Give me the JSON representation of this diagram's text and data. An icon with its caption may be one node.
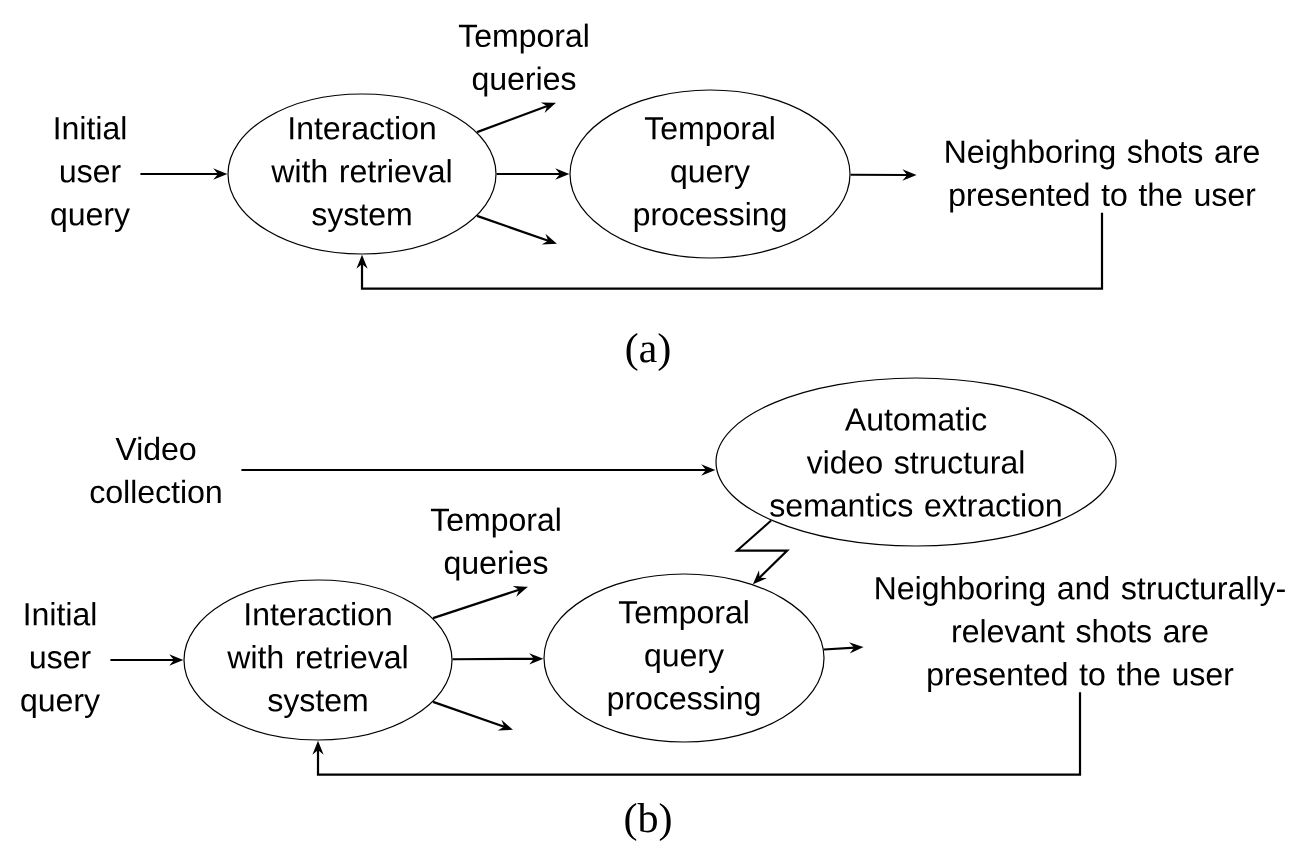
{
  "diagram": {
    "nodes": [
      {
        "text": [
          "Initial user query"
        ]
      },
      {
        "text": [
          "Interaction with retrieval system"
        ]
      },
      {
        "text": [
          "Temporal queries"
        ]
      },
      {
        "text": [
          "Temporal query processing"
        ]
      },
      {
        "text": [
          "Neighboring shots are presented to the user"
        ]
      },
      {
        "text": [
          "Video collection"
        ]
      },
      {
        "text": [
          "Automatic video structural semantics extraction"
        ]
      },
      {
        "text": [
          "Initial user query"
        ]
      },
      {
        "text": [
          "Interaction with retrieval system"
        ]
      },
      {
        "text": [
          "Temporal queries"
        ]
      },
      {
        "text": [
          "Temporal query processing"
        ]
      },
      {
        "text": [
          "Neighboring and structurally-relevant shots are presented to the user"
        ]
      }
    ],
    "edges": [
      {
        "from": 0,
        "to": 1,
        "arrow": "to"
      },
      {
        "from": 1,
        "to": 2,
        "arrow": "to"
      },
      {
        "from": 1,
        "to": 3,
        "arrow": "to"
      },
      {
        "from": 1,
        "to": null,
        "arrow": "to"
      },
      {
        "from": 3,
        "to": 4,
        "arrow": "to"
      },
      {
        "from": 4,
        "to": 1,
        "arrow": "to"
      },
      {
        "from": 5,
        "to": 6,
        "arrow": "to"
      },
      {
        "from": 6,
        "to": 10,
        "arrow": "to"
      },
      {
        "from": 7,
        "to": 8,
        "arrow": "to"
      },
      {
        "from": 8,
        "to": 9,
        "arrow": "to"
      },
      {
        "from": 8,
        "to": 10,
        "arrow": "to"
      },
      {
        "from": 8,
        "to": null,
        "arrow": "to"
      },
      {
        "from": 10,
        "to": 11,
        "arrow": "to"
      },
      {
        "from": 11,
        "to": 8,
        "arrow": "to"
      }
    ],
    "labels": [
      "(a)",
      "(b)"
    ]
  }
}
